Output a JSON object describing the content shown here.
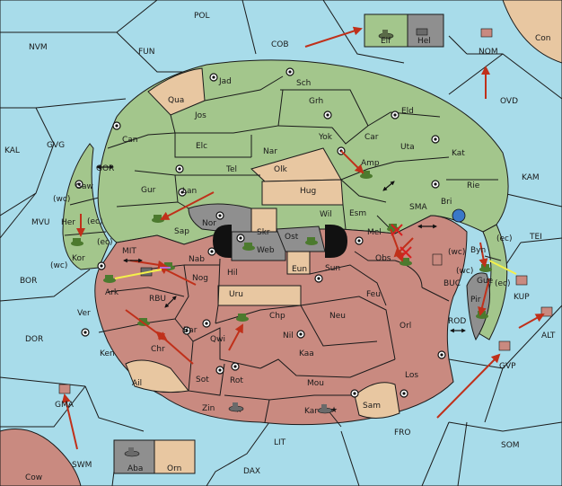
{
  "regions": {
    "POL": "POL",
    "NVM": "NVM",
    "FUN": "FUN",
    "COB": "COB",
    "Elf": "Elf",
    "Hel": "Hel",
    "NOM": "NOM",
    "Con": "Con",
    "OVD": "OVD",
    "KAL": "KAL",
    "GVG": "GVG",
    "GOR": "GOR",
    "Gaw": "Gaw",
    "wc1": "(wc)",
    "Her": "Her",
    "ec1": "(ec)",
    "MVU": "MVU",
    "BOR": "BOR",
    "Kor": "Kor",
    "wc2": "(wc)",
    "ec2": "(ec)",
    "MIT": "MIT",
    "RBU": "RBU",
    "DOR": "DOR",
    "GMA": "GMA",
    "SWM": "SWM",
    "Cow": "Cow",
    "Aba": "Aba",
    "Orn": "Orn",
    "DAX": "DAX",
    "LIT": "LIT",
    "FRO": "FRO",
    "SOM": "SOM",
    "GVP": "GVP",
    "ALT": "ALT",
    "KUP": "KUP",
    "TEI": "TEI",
    "KAM": "KAM",
    "SMA": "SMA",
    "BUC": "BUC",
    "ROD": "ROD",
    "Jad": "Jad",
    "Sch": "Sch",
    "Qua": "Qua",
    "Jos": "Jos",
    "Grh": "Grh",
    "Can": "Can",
    "Eld": "Eld",
    "Elc": "Elc",
    "Yok": "Yok",
    "Car": "Car",
    "Nar": "Nar",
    "Uta": "Uta",
    "Kat": "Kat",
    "Tel": "Tel",
    "Olk": "Olk",
    "Amp": "Amp",
    "Gur": "Gur",
    "Lan": "Lan",
    "Hug": "Hug",
    "Rie": "Rie",
    "Bri": "Bri",
    "Nor": "Nor",
    "Skr": "Skr",
    "Wil": "Wil",
    "Esm": "Esm",
    "Sap": "Sap",
    "Ost": "Ost",
    "Mel": "Mel",
    "Web": "Web",
    "Nab": "Nab",
    "Eun": "Eun",
    "Sun": "Sun",
    "Obs": "Obs",
    "Hil": "Hil",
    "Nog": "Nog",
    "Ark": "Ark",
    "Uru": "Uru",
    "Feu": "Feu",
    "Byn": "Byn",
    "wc3": "(wc)",
    "ec3": "(ec)",
    "wc4": "(wc)",
    "Gue": "Gue",
    "ec4": "(ec)",
    "Pir": "Pir",
    "Ver": "Ver",
    "Chp": "Chp",
    "Neu": "Neu",
    "Orl": "Orl",
    "Bar": "Bar",
    "Qwi": "Qwi",
    "Ken": "Ken",
    "Chr": "Chr",
    "Nil": "Nil",
    "Kaa": "Kaa",
    "Los": "Los",
    "Sot": "Sot",
    "Ail": "Ail",
    "Rot": "Rot",
    "Mou": "Mou",
    "Zin": "Zin",
    "Kar": "Kar",
    "Sam": "Sam"
  },
  "colors": {
    "sea": "#a8dcea",
    "player_green": "#a3c68c",
    "player_red": "#c98a80",
    "neutral": "#e8c7a1",
    "impassable": "#8f8f8f",
    "order_arrow": "#c0301a",
    "support_line": "#f4f04a"
  },
  "units": [
    "green-army",
    "green-fleet",
    "red-army",
    "red-fleet",
    "grey-army"
  ],
  "icons": {
    "supply_center": "circle-dot",
    "dislodged": "x-mark",
    "convoy": "double-arrow",
    "home_center": "star"
  }
}
